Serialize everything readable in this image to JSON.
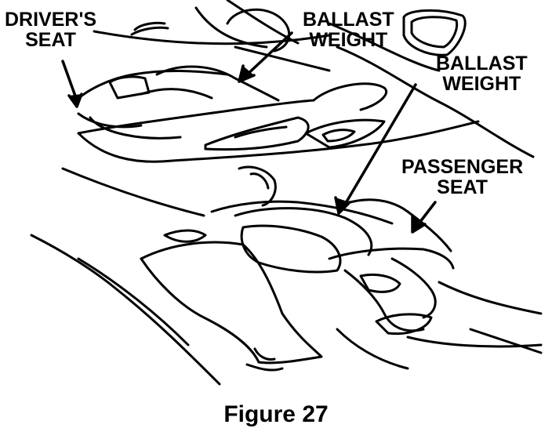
{
  "labels": {
    "drivers_seat": [
      "DRIVER'S",
      "SEAT"
    ],
    "ballast_weight_1": [
      "BALLAST",
      "WEIGHT"
    ],
    "ballast_weight_2": [
      "BALLAST",
      "WEIGHT"
    ],
    "passenger_seat": [
      "PASSENGER",
      "SEAT"
    ]
  },
  "caption": "Figure 27",
  "colors": {
    "ink": "#000000",
    "paper": "#ffffff"
  }
}
